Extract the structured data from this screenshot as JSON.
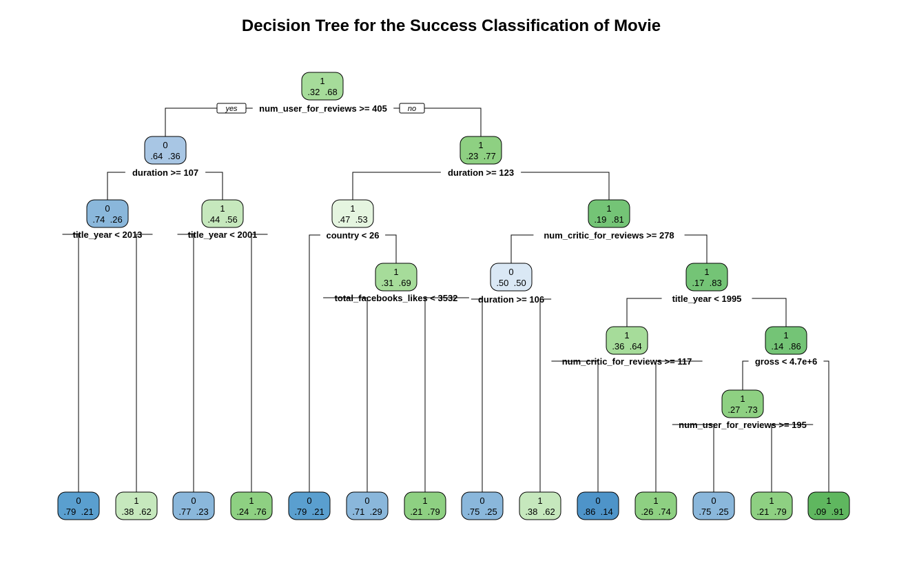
{
  "title": "Decision Tree for the Success Classification of Movie",
  "edge_labels": {
    "yes": "yes",
    "no": "no"
  },
  "colors": {
    "class0": [
      "#dae8f5",
      "#bed5ee",
      "#a8c6e4",
      "#8ab7db",
      "#5a9fcf",
      "#4e94c9"
    ],
    "class1": [
      "#e5f5e0",
      "#c6e8bd",
      "#a6dc9a",
      "#8ed082",
      "#74c476",
      "#5fb75f"
    ]
  },
  "nodes": [
    {
      "id": 1,
      "cls": "1",
      "p0": ".32",
      "p1": ".68",
      "split": "num_user_for_reviews >= 405"
    },
    {
      "id": 2,
      "cls": "0",
      "p0": ".64",
      "p1": ".36",
      "split": "duration >= 107"
    },
    {
      "id": 3,
      "cls": "1",
      "p0": ".23",
      "p1": ".77",
      "split": "duration >= 123"
    },
    {
      "id": 4,
      "cls": "0",
      "p0": ".74",
      "p1": ".26",
      "split": "title_year < 2013"
    },
    {
      "id": 5,
      "cls": "1",
      "p0": ".44",
      "p1": ".56",
      "split": "title_year < 2001"
    },
    {
      "id": 6,
      "cls": "1",
      "p0": ".47",
      "p1": ".53",
      "split": "country < 26"
    },
    {
      "id": 7,
      "cls": "1",
      "p0": ".19",
      "p1": ".81",
      "split": "num_critic_for_reviews >= 278"
    },
    {
      "id": 13,
      "cls": "1",
      "p0": ".31",
      "p1": ".69",
      "split": "total_facebooks_likes < 3532"
    },
    {
      "id": 14,
      "cls": "0",
      "p0": ".50",
      "p1": ".50",
      "split": "duration >= 106"
    },
    {
      "id": 15,
      "cls": "1",
      "p0": ".17",
      "p1": ".83",
      "split": "title_year < 1995"
    },
    {
      "id": 30,
      "cls": "1",
      "p0": ".36",
      "p1": ".64",
      "split": "num_critic_for_reviews >= 117"
    },
    {
      "id": 31,
      "cls": "1",
      "p0": ".14",
      "p1": ".86",
      "split": "gross < 4.7e+6"
    },
    {
      "id": 62,
      "cls": "1",
      "p0": ".27",
      "p1": ".73",
      "split": "num_user_for_reviews >= 195"
    },
    {
      "id": 8,
      "cls": "0",
      "p0": ".79",
      "p1": ".21"
    },
    {
      "id": 9,
      "cls": "1",
      "p0": ".38",
      "p1": ".62"
    },
    {
      "id": 10,
      "cls": "0",
      "p0": ".77",
      "p1": ".23"
    },
    {
      "id": 11,
      "cls": "1",
      "p0": ".24",
      "p1": ".76"
    },
    {
      "id": 12,
      "cls": "0",
      "p0": ".79",
      "p1": ".21"
    },
    {
      "id": 26,
      "cls": "0",
      "p0": ".71",
      "p1": ".29"
    },
    {
      "id": 27,
      "cls": "1",
      "p0": ".21",
      "p1": ".79"
    },
    {
      "id": 28,
      "cls": "0",
      "p0": ".75",
      "p1": ".25"
    },
    {
      "id": 29,
      "cls": "1",
      "p0": ".38",
      "p1": ".62"
    },
    {
      "id": 60,
      "cls": "0",
      "p0": ".86",
      "p1": ".14"
    },
    {
      "id": 61,
      "cls": "1",
      "p0": ".26",
      "p1": ".74"
    },
    {
      "id": 124,
      "cls": "0",
      "p0": ".75",
      "p1": ".25"
    },
    {
      "id": 125,
      "cls": "1",
      "p0": ".21",
      "p1": ".79"
    },
    {
      "id": 63,
      "cls": "1",
      "p0": ".09",
      "p1": ".91"
    }
  ]
}
